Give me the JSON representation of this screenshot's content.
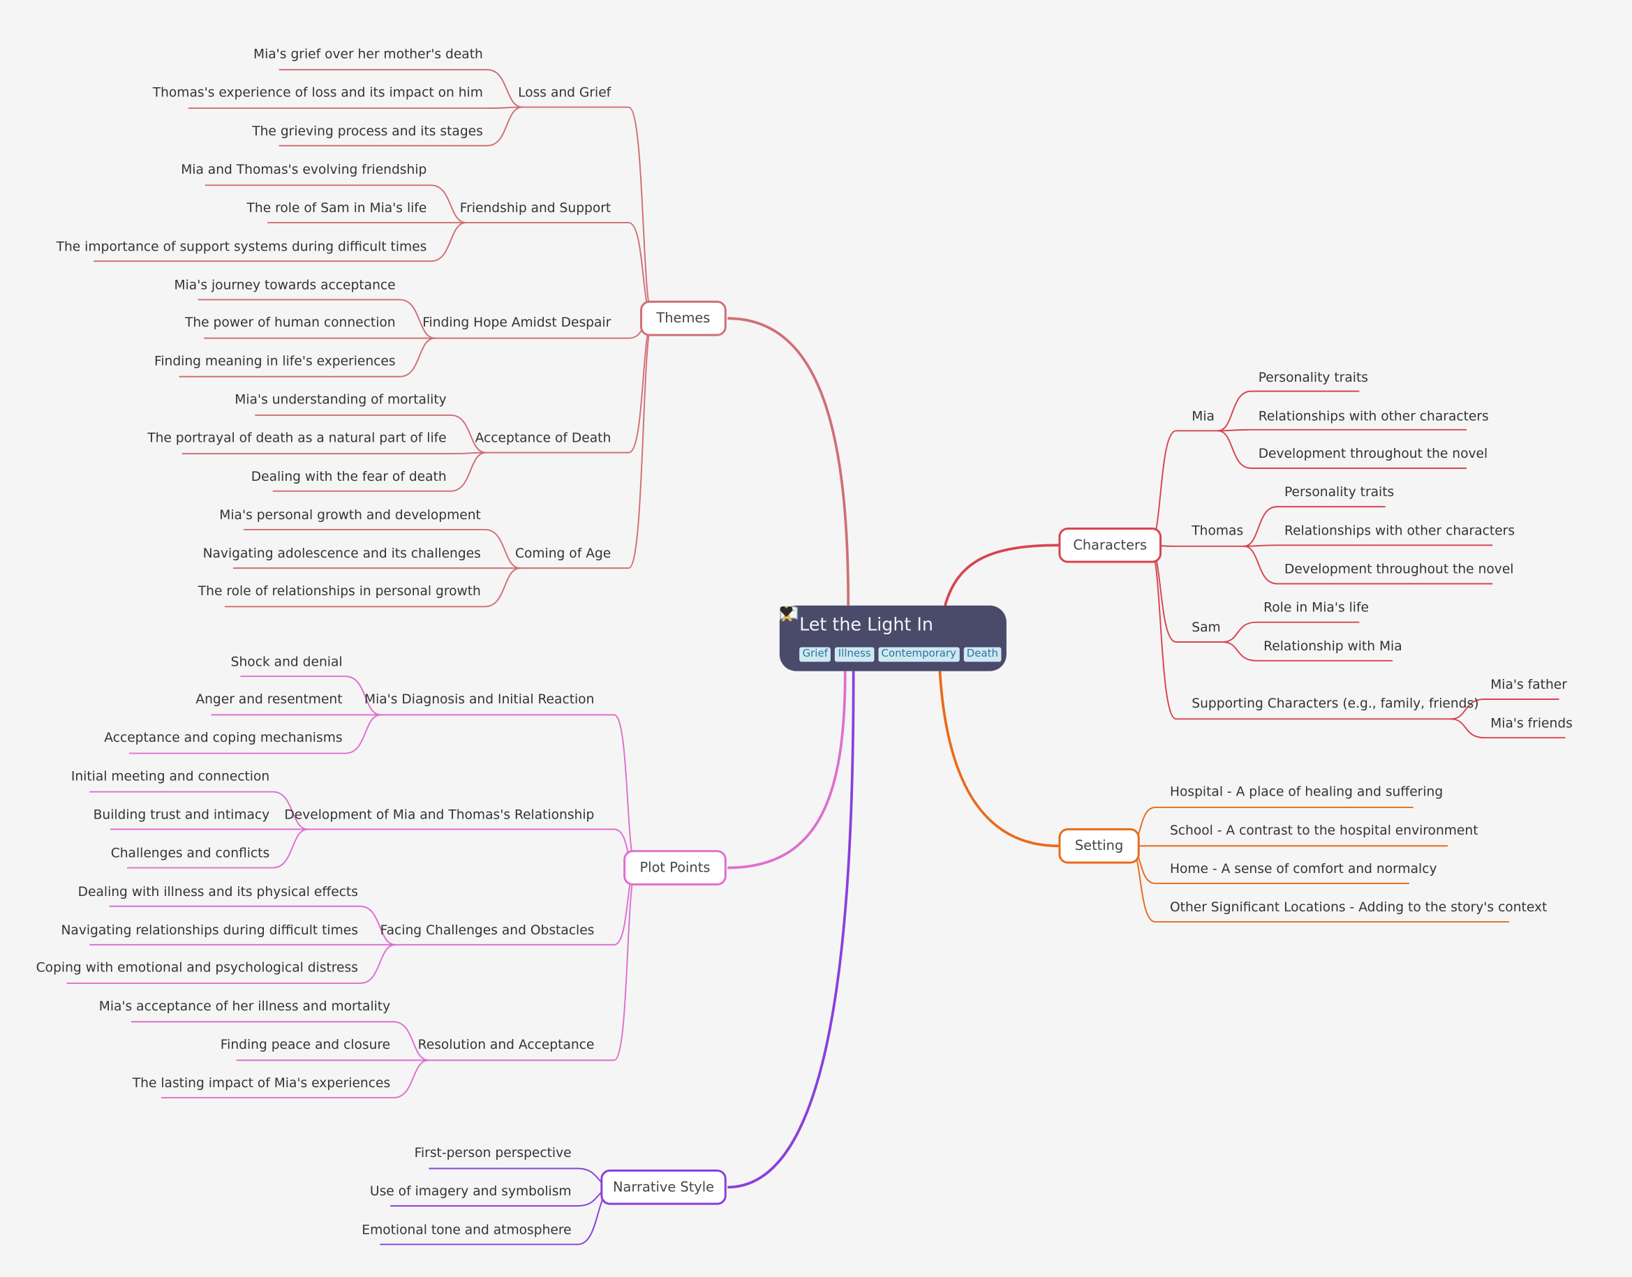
{
  "root": {
    "title": "Let the Light In",
    "icons": [
      "book-icon",
      "ribbon-icon",
      "heart-icon"
    ],
    "tags": [
      "Grief",
      "Illness",
      "Contemporary",
      "Death"
    ]
  },
  "colors": {
    "themes": "#d06f74",
    "characters": "#d7444f",
    "setting": "#ea6a1a",
    "plot_points": "#de6fcf",
    "narrative_style": "#8a3fdd",
    "root_bg": "#4a4a6a",
    "background": "#f5f5f5"
  },
  "themes": {
    "label": "Themes",
    "children": [
      {
        "label": "Loss and Grief",
        "items": [
          "Mia's grief over her mother's death",
          "Thomas's experience of loss and its impact on him",
          "The grieving process and its stages"
        ]
      },
      {
        "label": "Friendship and Support",
        "items": [
          "Mia and Thomas's evolving friendship",
          "The role of Sam in Mia's life",
          "The importance of support systems during difficult times"
        ]
      },
      {
        "label": "Finding Hope Amidst Despair",
        "items": [
          "Mia's journey towards acceptance",
          "The power of human connection",
          "Finding meaning in life's experiences"
        ]
      },
      {
        "label": "Acceptance of Death",
        "items": [
          "Mia's understanding of mortality",
          "The portrayal of death as a natural part of life",
          "Dealing with the fear of death"
        ]
      },
      {
        "label": "Coming of Age",
        "items": [
          "Mia's personal growth and development",
          "Navigating adolescence and its challenges",
          "The role of relationships in personal growth"
        ]
      }
    ]
  },
  "plot_points": {
    "label": "Plot Points",
    "children": [
      {
        "label": "Mia's Diagnosis and Initial Reaction",
        "items": [
          "Shock and denial",
          "Anger and resentment",
          "Acceptance and coping mechanisms"
        ]
      },
      {
        "label": "Development of Mia and Thomas's Relationship",
        "items": [
          "Initial meeting and connection",
          "Building trust and intimacy",
          "Challenges and conflicts"
        ]
      },
      {
        "label": "Facing Challenges and Obstacles",
        "items": [
          "Dealing with illness and its physical effects",
          "Navigating relationships during difficult times",
          "Coping with emotional and psychological distress"
        ]
      },
      {
        "label": "Resolution and Acceptance",
        "items": [
          "Mia's acceptance of her illness and mortality",
          "Finding peace and closure",
          "The lasting impact of Mia's experiences"
        ]
      }
    ]
  },
  "narrative_style": {
    "label": "Narrative Style",
    "items": [
      "First-person perspective",
      "Use of imagery and symbolism",
      "Emotional tone and atmosphere"
    ]
  },
  "characters": {
    "label": "Characters",
    "children": [
      {
        "label": "Mia",
        "items": [
          "Personality traits",
          "Relationships with other characters",
          "Development throughout the novel"
        ]
      },
      {
        "label": "Thomas",
        "items": [
          "Personality traits",
          "Relationships with other characters",
          "Development throughout the novel"
        ]
      },
      {
        "label": "Sam",
        "items": [
          "Role in Mia's life",
          "Relationship with Mia"
        ]
      },
      {
        "label": "Supporting Characters (e.g., family, friends)",
        "items": [
          "Mia's father",
          "Mia's friends"
        ]
      }
    ]
  },
  "setting": {
    "label": "Setting",
    "items": [
      "Hospital - A place of healing and suffering",
      "School - A contrast to the hospital environment",
      "Home - A sense of comfort and normalcy",
      "Other Significant Locations -  Adding to the story's context"
    ]
  }
}
